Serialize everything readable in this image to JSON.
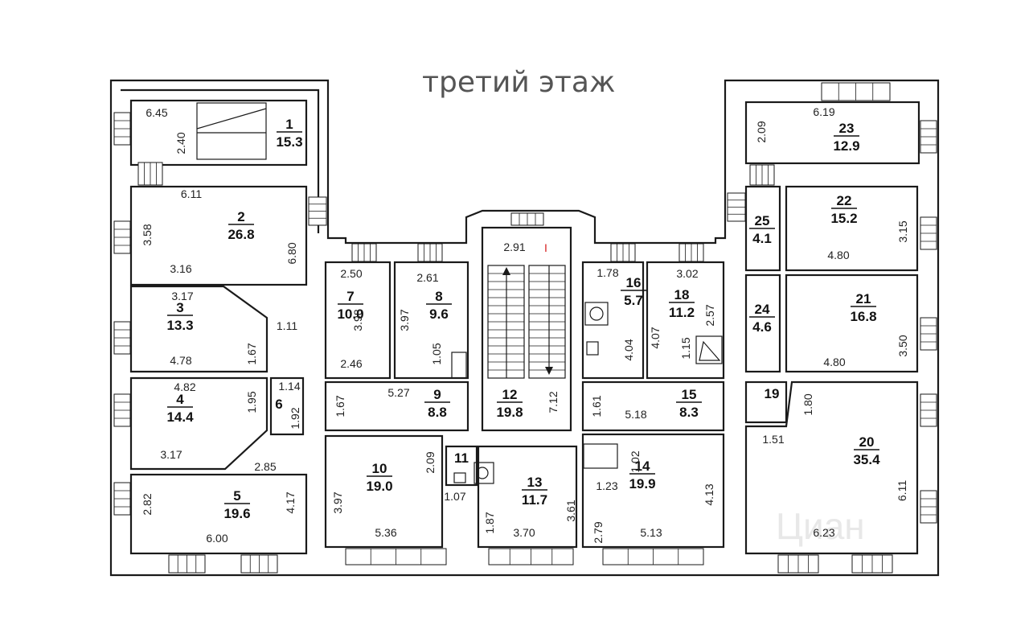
{
  "title": "третий этаж",
  "watermark": "Циан",
  "marker": "I",
  "colors": {
    "line": "#1a1a1a",
    "title": "#555555",
    "marker": "#d62020"
  },
  "rooms": [
    {
      "num": "1",
      "area": "15.3"
    },
    {
      "num": "2",
      "area": "26.8"
    },
    {
      "num": "3",
      "area": "13.3"
    },
    {
      "num": "4",
      "area": "14.4"
    },
    {
      "num": "5",
      "area": "19.6"
    },
    {
      "num": "6",
      "area": ""
    },
    {
      "num": "7",
      "area": "10.0"
    },
    {
      "num": "8",
      "area": "9.6"
    },
    {
      "num": "9",
      "area": "8.8"
    },
    {
      "num": "10",
      "area": "19.0"
    },
    {
      "num": "11",
      "area": ""
    },
    {
      "num": "12",
      "area": "19.8"
    },
    {
      "num": "13",
      "area": "11.7"
    },
    {
      "num": "14",
      "area": "19.9"
    },
    {
      "num": "15",
      "area": "8.3"
    },
    {
      "num": "16",
      "area": "5.7"
    },
    {
      "num": "18",
      "area": "11.2"
    },
    {
      "num": "19",
      "area": ""
    },
    {
      "num": "20",
      "area": "35.4"
    },
    {
      "num": "21",
      "area": "16.8"
    },
    {
      "num": "22",
      "area": "15.2"
    },
    {
      "num": "23",
      "area": "12.9"
    },
    {
      "num": "24",
      "area": "4.6"
    },
    {
      "num": "25",
      "area": "4.1"
    }
  ],
  "dims": [
    "6.45",
    "2.40",
    "6.11",
    "3.58",
    "3.16",
    "6.80",
    "3.17",
    "1.11",
    "1.67",
    "4.78",
    "4.82",
    "1.14",
    "1.95",
    "1.92",
    "3.17",
    "2.85",
    "4.17",
    "2.82",
    "6.00",
    "2.50",
    "3.98",
    "2.46",
    "2.61",
    "3.97",
    "1.05",
    "1.67",
    "5.27",
    "2.09",
    "1.07",
    "3.97",
    "5.36",
    "2.91",
    "7.12",
    "1.87",
    "3.70",
    "3.61",
    "1.78",
    "4.04",
    "3.02",
    "4.07",
    "2.57",
    "1.15",
    "1.61",
    "5.18",
    "1.02",
    "1.23",
    "4.13",
    "2.79",
    "5.13",
    "6.19",
    "2.09",
    "3.15",
    "4.80",
    "3.50",
    "4.80",
    "1.80",
    "1.51",
    "6.11",
    "6.23"
  ]
}
